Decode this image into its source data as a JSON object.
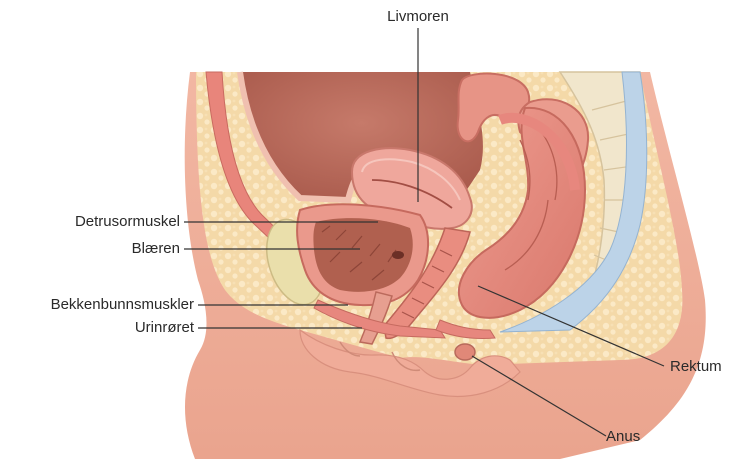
{
  "labels": {
    "uterus": "Livmoren",
    "detrusor": "Detrusormuskel",
    "bladder": "Blæren",
    "pelvic_floor": "Bekkenbunnsmuskler",
    "urethra": "Urinrøret",
    "rectum": "Rektum",
    "anus": "Anus"
  },
  "colors": {
    "skin": "#f2b9a6",
    "skin_dark": "#e89a86",
    "fat": "#f4d9a8",
    "fat_dots": "#fbe9c6",
    "cavity": "#b86a5c",
    "muscle": "#e7877e",
    "muscle_light": "#f1a59b",
    "bone": "#f3ead2",
    "bone_edge": "#d8c6a0",
    "cartilage": "#bcd3e8",
    "leader": "#333333"
  }
}
